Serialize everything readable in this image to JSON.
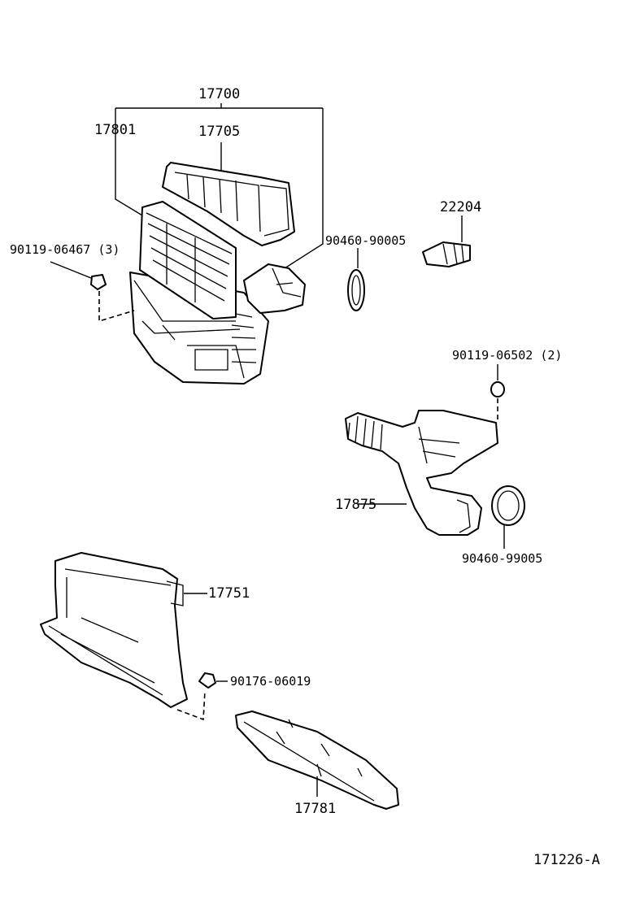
{
  "labels": {
    "p17700": "17700",
    "p17801": "17801",
    "p17705": "17705",
    "p22204": "22204",
    "p90119_06467": "90119-06467 (3)",
    "p90460_90005": "90460-90005",
    "p90119_06502": "90119-06502 (2)",
    "p17875": "17875",
    "p90460_99005": "90460-99005",
    "p17751": "17751",
    "p90176_06019": "90176-06019",
    "p17781": "17781",
    "ref": "171226-A"
  }
}
